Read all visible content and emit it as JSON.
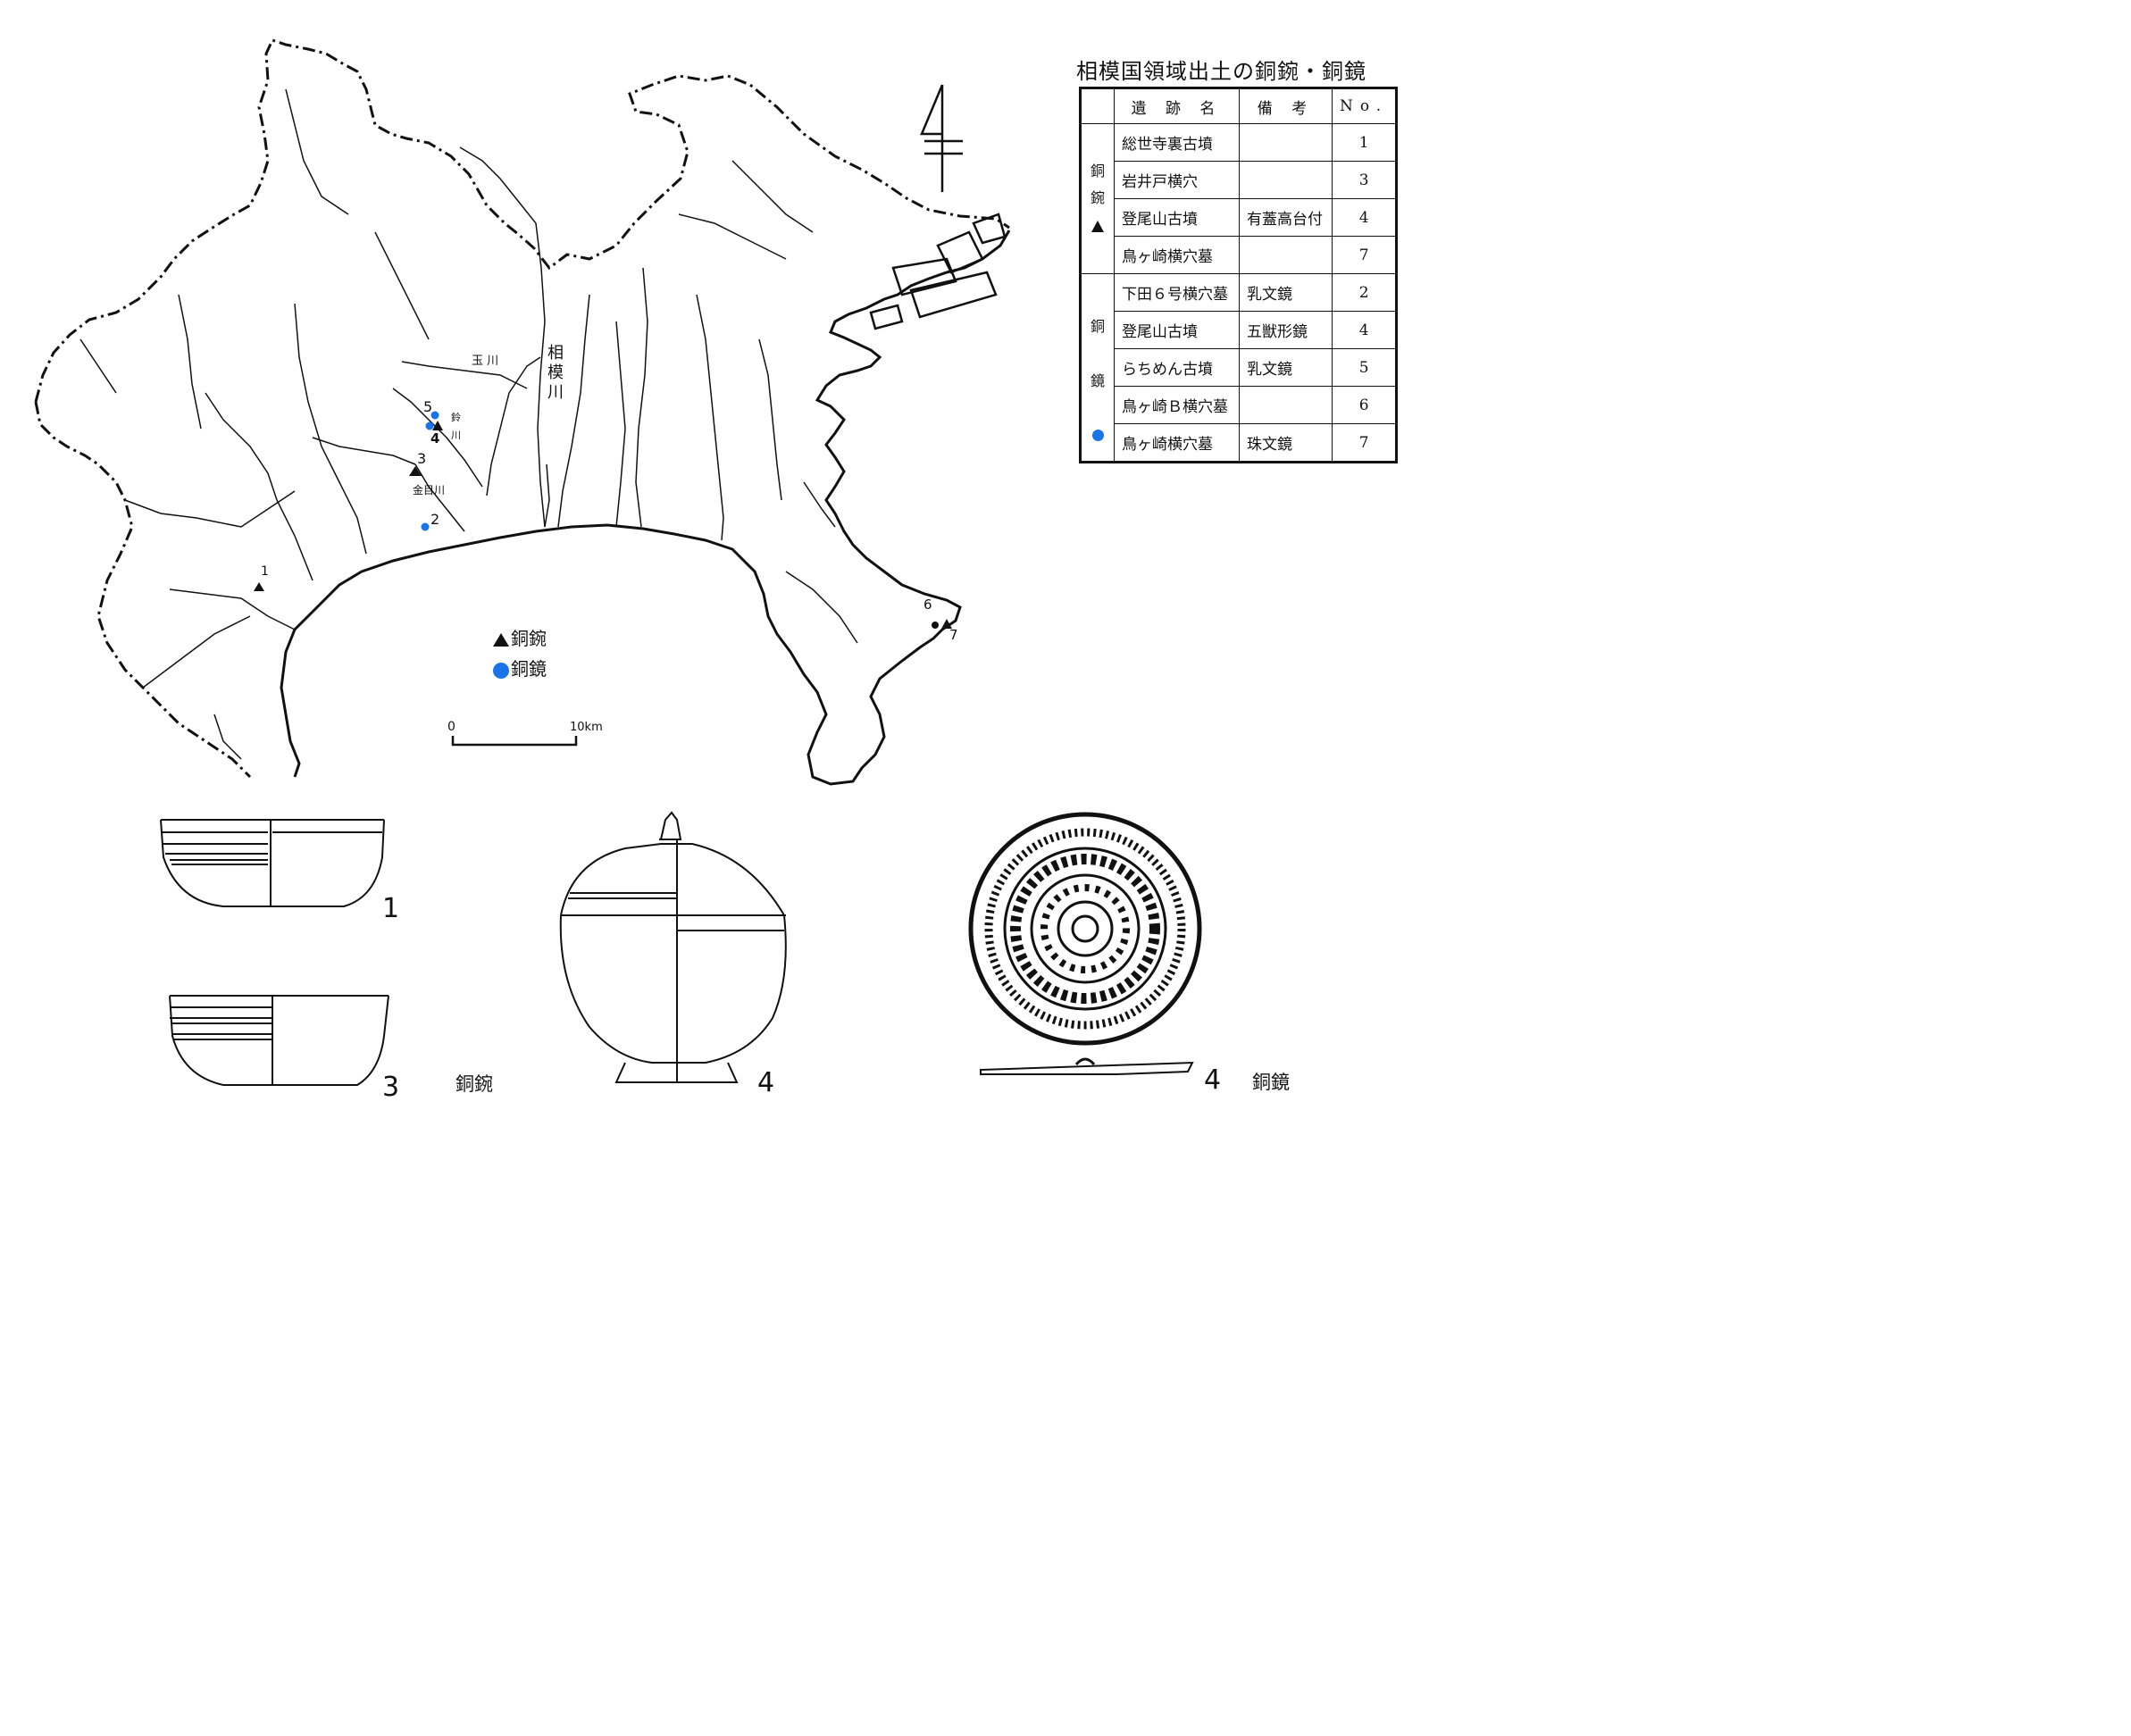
{
  "title": "相模国領域出土の銅鋺・銅鏡",
  "table": {
    "headers": {
      "site": "遺 跡 名",
      "note": "備 考",
      "no": "No."
    },
    "groups": [
      {
        "label_chars": [
          "銅",
          "鋺"
        ],
        "marker": "triangle",
        "rows": [
          {
            "site": "総世寺裏古墳",
            "note": "",
            "no": "1"
          },
          {
            "site": "岩井戸横穴",
            "note": "",
            "no": "3"
          },
          {
            "site": "登尾山古墳",
            "note": "有蓋高台付",
            "no": "4"
          },
          {
            "site": "鳥ヶ崎横穴墓",
            "note": "",
            "no": "7"
          }
        ]
      },
      {
        "label_chars": [
          "銅",
          "鏡"
        ],
        "marker": "dot",
        "rows": [
          {
            "site": "下田６号横穴墓",
            "note": "乳文鏡",
            "no": "2"
          },
          {
            "site": "登尾山古墳",
            "note": "五獣形鏡",
            "no": "4"
          },
          {
            "site": "らちめん古墳",
            "note": "乳文鏡",
            "no": "5"
          },
          {
            "site": "鳥ヶ崎Ｂ横穴墓",
            "note": "",
            "no": "6"
          },
          {
            "site": "鳥ヶ崎横穴墓",
            "note": "珠文鏡",
            "no": "7"
          }
        ]
      }
    ]
  },
  "rivers": {
    "sagami": "相模川",
    "tama": "玉 川",
    "suzu": "鈴 川",
    "kaneme": "金目川"
  },
  "map_labels": {
    "s1": "1",
    "s2": "2",
    "s3": "3",
    "s4": "4",
    "s5": "5",
    "s6": "6",
    "s7": "7"
  },
  "legend": {
    "bowl": "銅鋺",
    "mirror": "銅鏡"
  },
  "scale": {
    "zero": "0",
    "end": "10km"
  },
  "figures": {
    "n1": "1",
    "n3": "3",
    "n4a": "4",
    "n4b": "4",
    "cap_bowl": "銅鋺",
    "cap_mirror": "銅鏡"
  },
  "colors": {
    "mirror_marker": "#1a73e8",
    "ink": "#111111"
  }
}
